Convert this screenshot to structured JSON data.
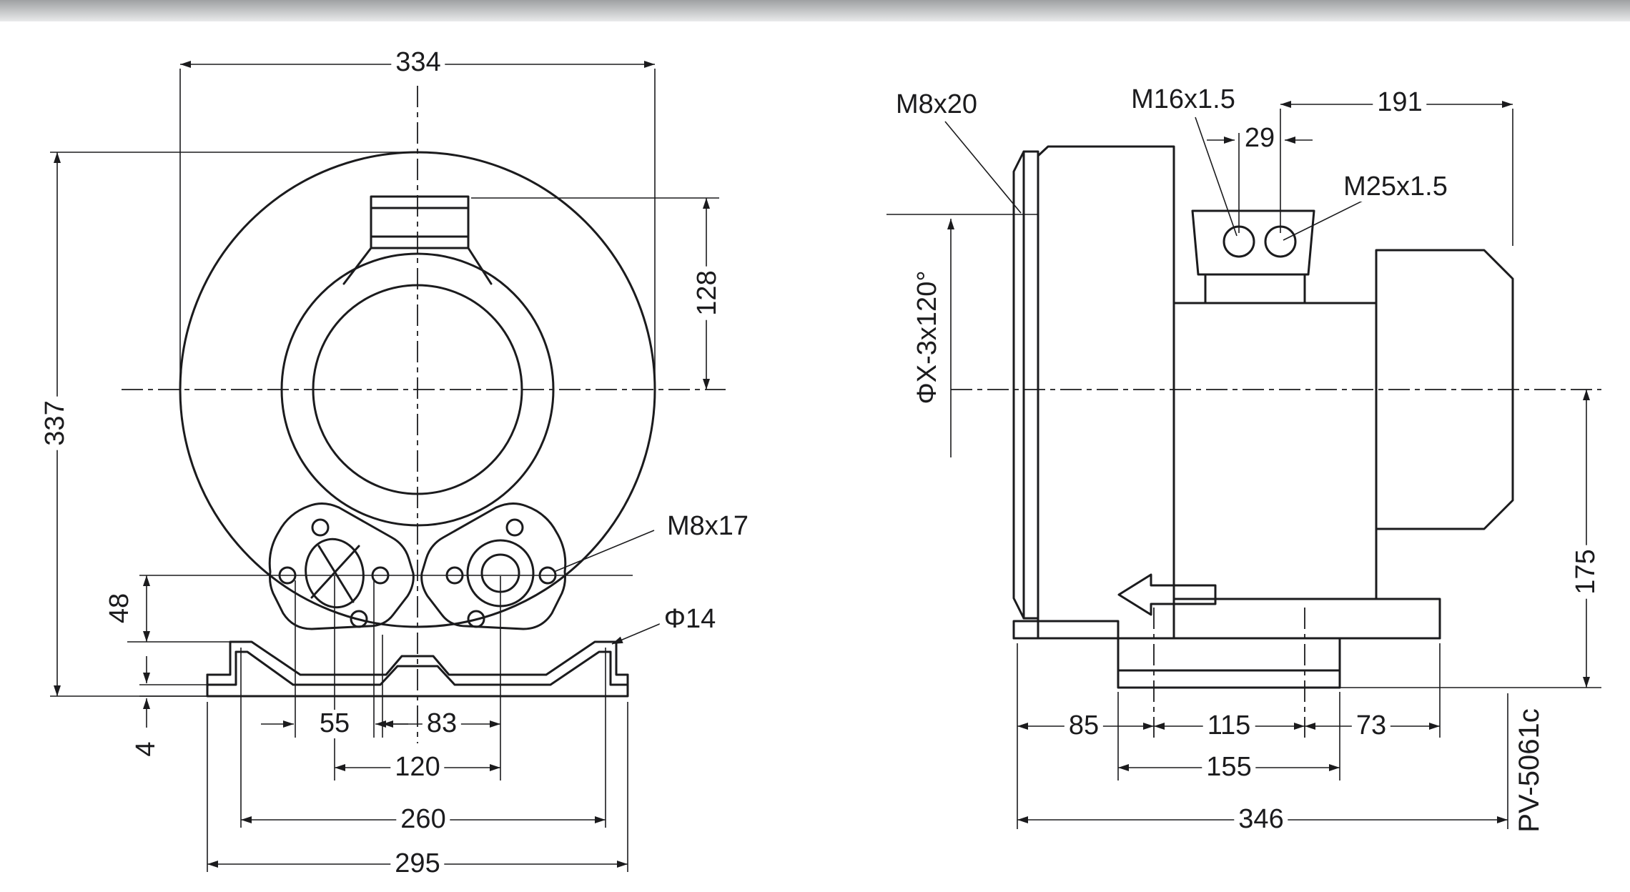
{
  "colors": {
    "line": "#1b1b1d",
    "background": "#ffffff",
    "topbar": "#c4c6c8"
  },
  "front": {
    "width": "334",
    "height": "337",
    "port_height": "128",
    "foot_height": "48",
    "base_lip": "4",
    "left_port_offset": "55",
    "right_port_offset": "83",
    "port_spacing": "120",
    "bolt_hole_spacing": "260",
    "base_width": "295",
    "bolt_label": "M8x17",
    "foot_hole_label": "Φ14"
  },
  "side": {
    "stud_label": "M8x20",
    "small_gland_label": "M16x1.5",
    "large_gland_label": "M25x1.5",
    "gland_spacing": "29",
    "motor_length": "191",
    "axis_height": "175",
    "flange_hole_label": "ΦX-3x120°",
    "seg_flange_to_port": "85",
    "seg_port_spacing": "115",
    "seg_port_to_end": "73",
    "foot_length": "155",
    "overall_length": "346",
    "model_code": "PV-5061c"
  }
}
